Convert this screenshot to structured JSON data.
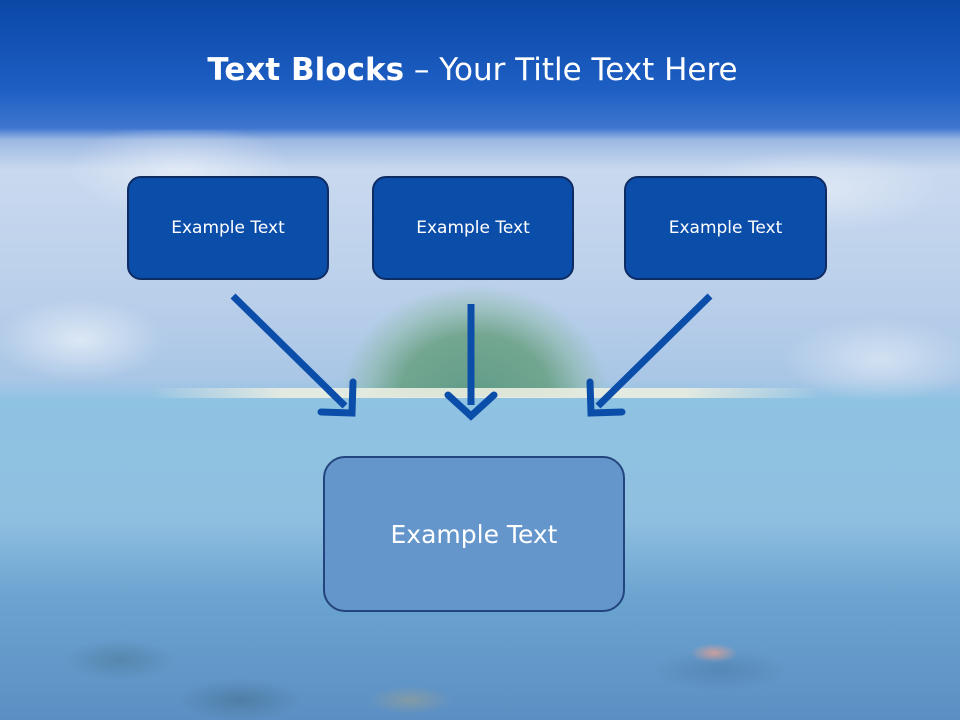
{
  "slide": {
    "title_bold": "Text Blocks",
    "title_rest": " – Your Title Text Here"
  },
  "blocks": {
    "top": [
      {
        "label": "Example Text"
      },
      {
        "label": "Example Text"
      },
      {
        "label": "Example Text"
      }
    ],
    "bottom": {
      "label": "Example Text"
    }
  },
  "colors": {
    "header_blue": "#0a47a6",
    "box_fill": "#0b4eaa",
    "box_border": "#0e2c63",
    "big_box_fill": "#6496cb",
    "arrow": "#0b4eaa"
  }
}
